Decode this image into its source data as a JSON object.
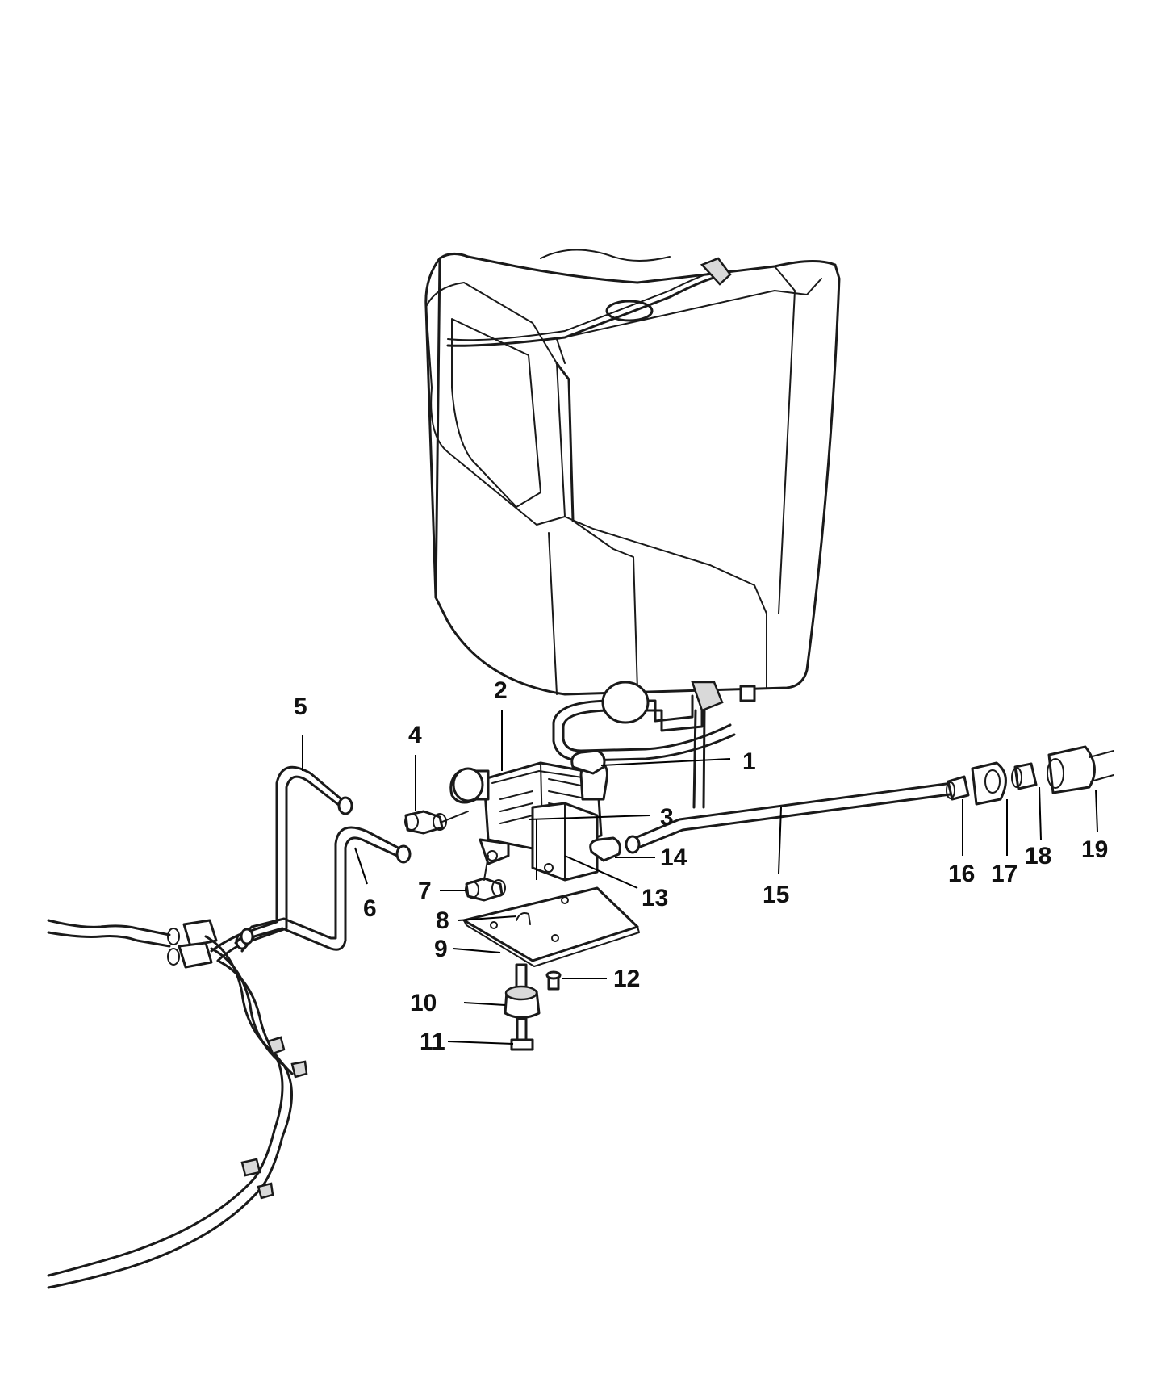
{
  "callouts": {
    "n1": "1",
    "n2": "2",
    "n3": "3",
    "n4": "4",
    "n5": "5",
    "n6": "6",
    "n7": "7",
    "n8": "8",
    "n9": "9",
    "n10": "10",
    "n11": "11",
    "n12": "12",
    "n13": "13",
    "n14": "14",
    "n15": "15",
    "n16": "16",
    "n17": "17",
    "n18": "18",
    "n19": "19"
  }
}
